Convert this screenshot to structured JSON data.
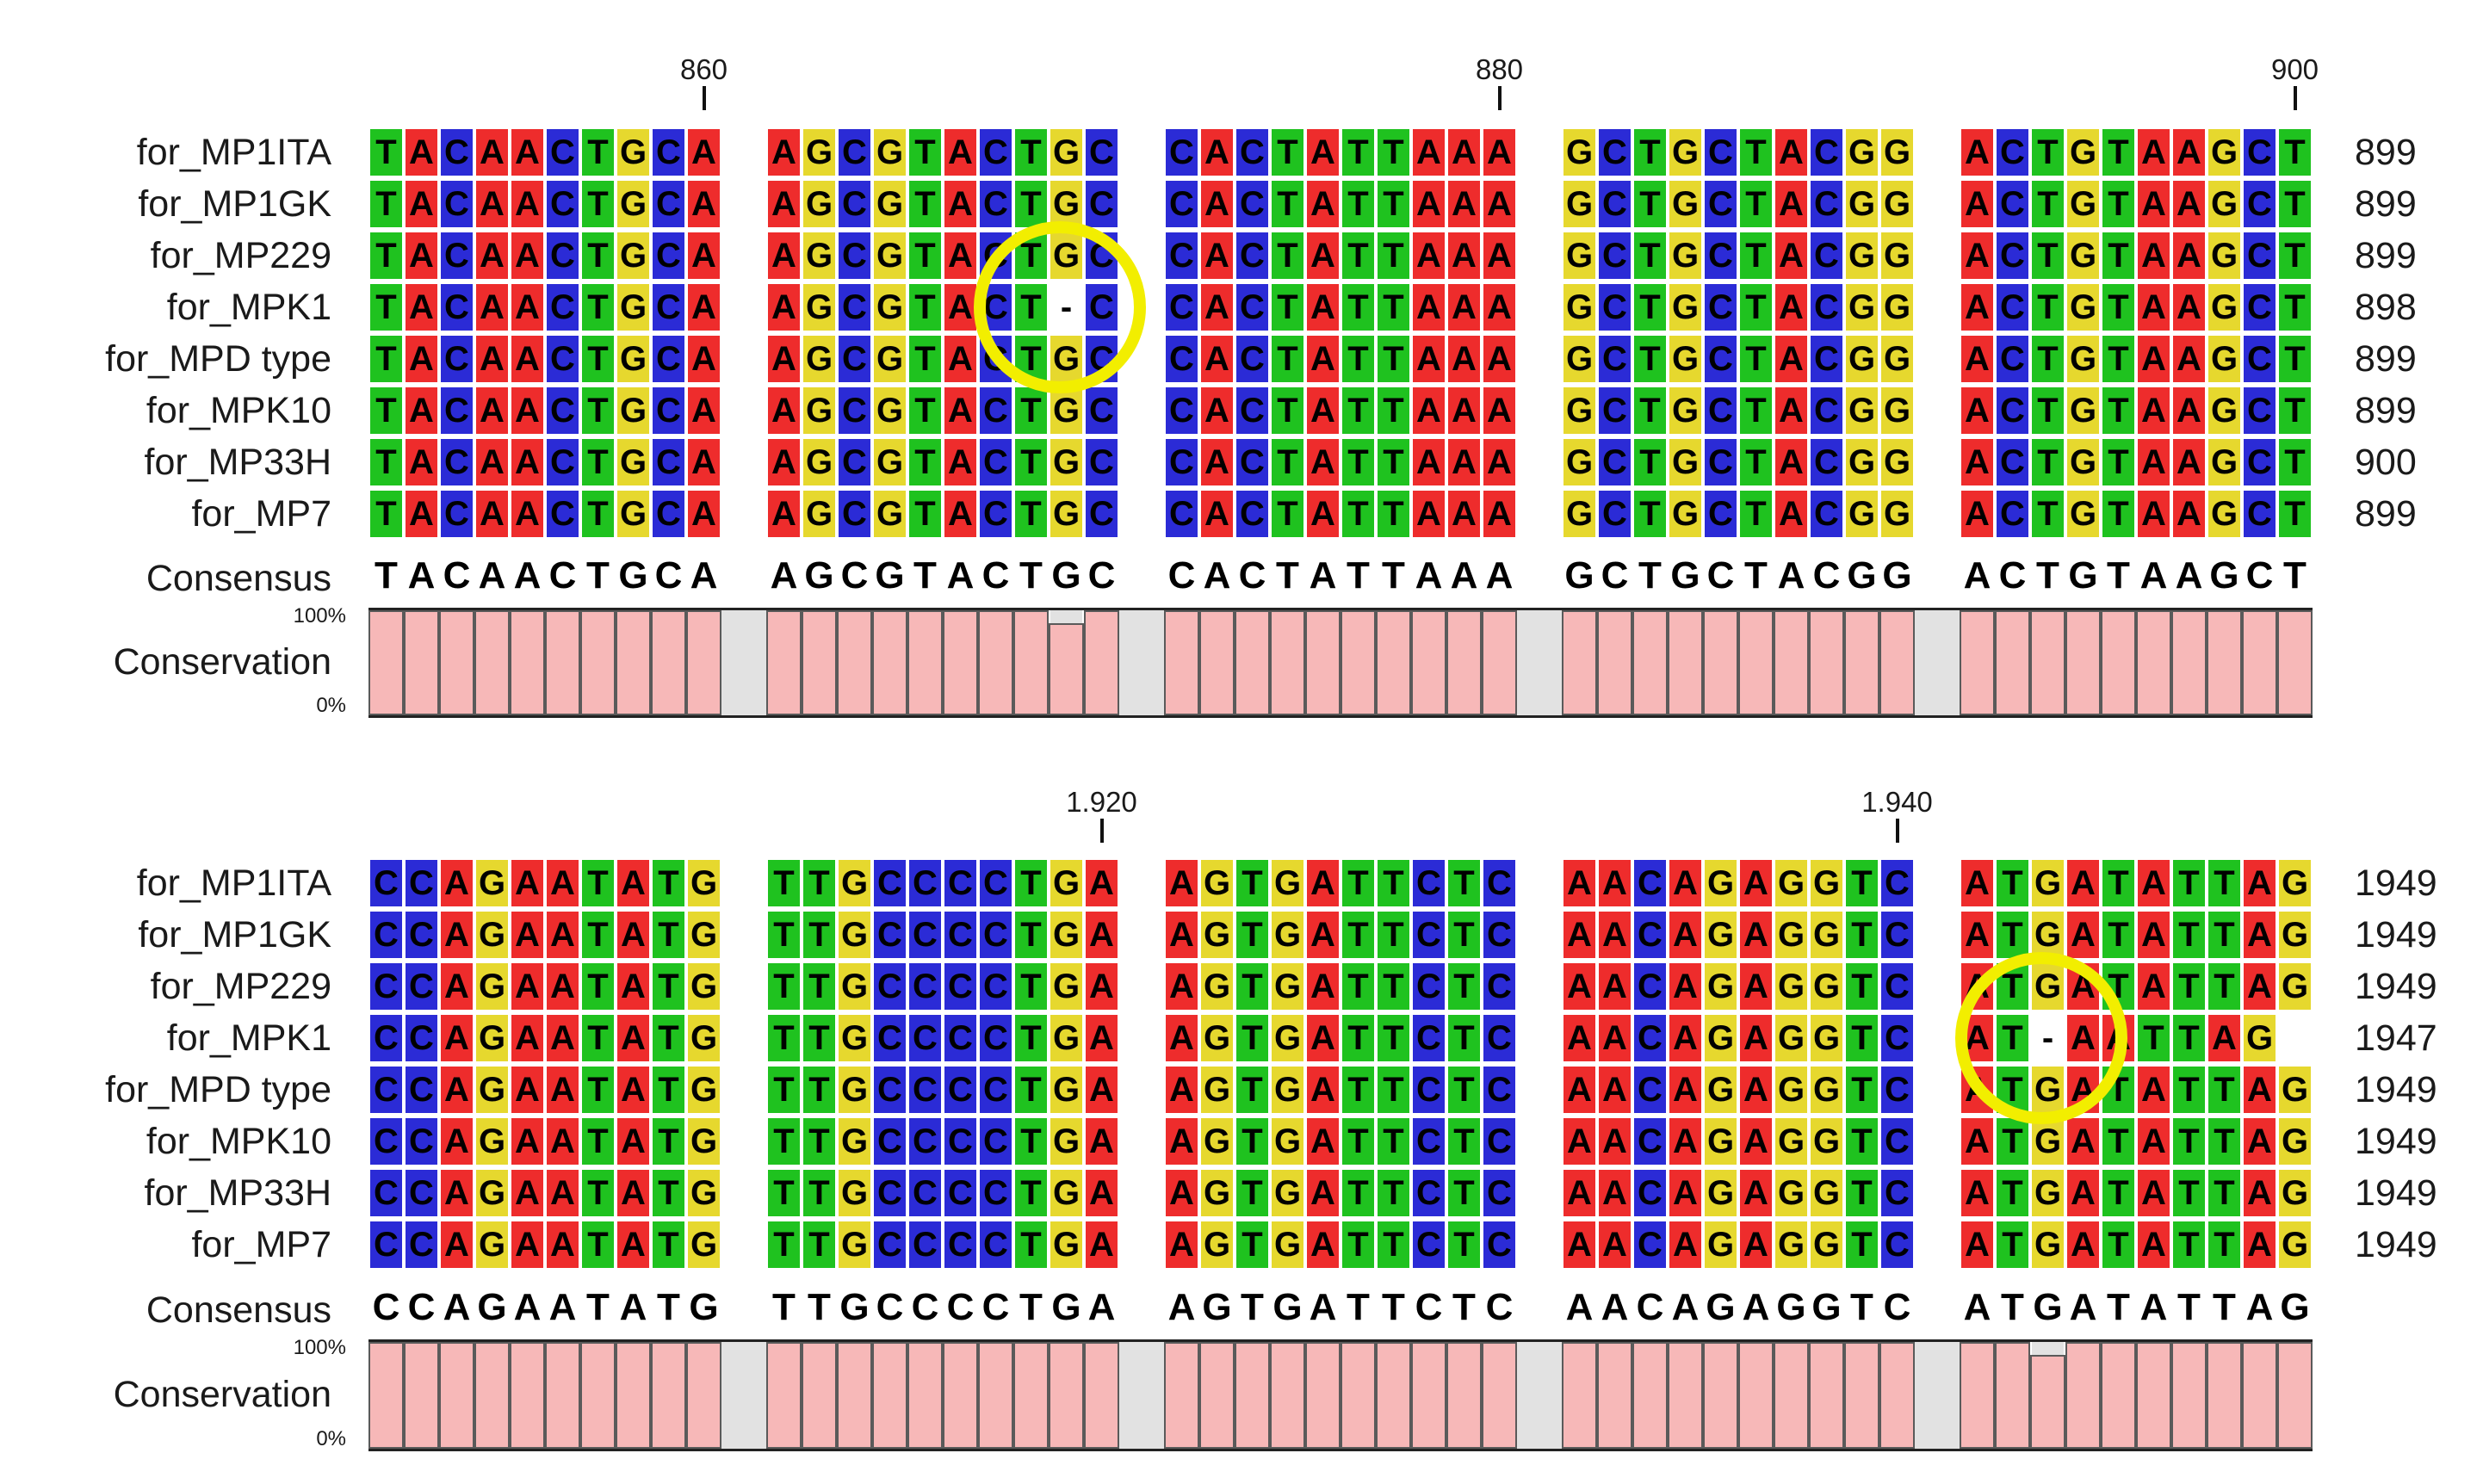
{
  "colors": {
    "A": "#ee2c2c",
    "C": "#2b2bd6",
    "G": "#e6d82e",
    "T": "#1fc21f",
    "gap": "#ffffff",
    "highlight": "#f2ee00",
    "conservation_bar": "#f7b8b8",
    "conservation_gap": "#e2e2e2"
  },
  "conservation_labels": {
    "label": "Conservation",
    "max": "100%",
    "min": "0%"
  },
  "consensus_label": "Consensus",
  "panels": [
    {
      "position_marks": [
        "860",
        "880",
        "900"
      ],
      "sequences": [
        {
          "name": "for_MP1ITA",
          "residues": "TACAACTGCA AGCGTACTGC CACTATTAAA GCTGCTACGG ACTGTAAGCT",
          "end": "899"
        },
        {
          "name": "for_MP1GK",
          "residues": "TACAACTGCA AGCGTACTGC CACTATTAAA GCTGCTACGG ACTGTAAGCT",
          "end": "899"
        },
        {
          "name": "for_MP229",
          "residues": "TACAACTGCA AGCGTACTGC CACTATTAAA GCTGCTACGG ACTGTAAGCT",
          "end": "899"
        },
        {
          "name": "for_MPK1",
          "residues": "TACAACTGCA AGCGTACT-C CACTATTAAA GCTGCTACGG ACTGTAAGCT",
          "end": "898"
        },
        {
          "name": "for_MPD type",
          "residues": "TACAACTGCA AGCGTACTGC CACTATTAAA GCTGCTACGG ACTGTAAGCT",
          "end": "899"
        },
        {
          "name": "for_MPK10",
          "residues": "TACAACTGCA AGCGTACTGC CACTATTAAA GCTGCTACGG ACTGTAAGCT",
          "end": "899"
        },
        {
          "name": "for_MP33H",
          "residues": "TACAACTGCA AGCGTACTGC CACTATTAAA GCTGCTACGG ACTGTAAGCT",
          "end": "900"
        },
        {
          "name": "for_MP7",
          "residues": "TACAACTGCA AGCGTACTGC CACTATTAAA GCTGCTACGG ACTGTAAGCT",
          "end": "899"
        }
      ],
      "consensus": "TACAACTGCA AGCGTACTGC CACTATTAAA GCTGCTACGG ACTGTAAGCT",
      "conservation": [
        100,
        100,
        100,
        100,
        100,
        100,
        100,
        100,
        100,
        100,
        100,
        100,
        100,
        100,
        100,
        100,
        100,
        100,
        88,
        100,
        100,
        100,
        100,
        100,
        100,
        100,
        100,
        100,
        100,
        100,
        100,
        100,
        100,
        100,
        100,
        100,
        100,
        100,
        100,
        100,
        100,
        100,
        100,
        100,
        100,
        100,
        100,
        100,
        100,
        100
      ],
      "highlight_column": 18
    },
    {
      "position_marks": [
        "1.920",
        "1.940"
      ],
      "sequences": [
        {
          "name": "for_MP1ITA",
          "residues": "CCAGAATATG TTGCCCCTGA AGTGATTCTC AACAGAGGTC ATGATATTAG",
          "end": "1949"
        },
        {
          "name": "for_MP1GK",
          "residues": "CCAGAATATG TTGCCCCTGA AGTGATTCTC AACAGAGGTC ATGATATTAG",
          "end": "1949"
        },
        {
          "name": "for_MP229",
          "residues": "CCAGAATATG TTGCCCCTGA AGTGATTCTC AACAGAGGTC ATGATATTAG",
          "end": "1949"
        },
        {
          "name": "for_MPK1",
          "residues": "CCAGAATATG TTGCCCCTGA AGTGATTCTC AACAGAGGTC AT-AATTAG",
          "end": "1947"
        },
        {
          "name": "for_MPD type",
          "residues": "CCAGAATATG TTGCCCCTGA AGTGATTCTC AACAGAGGTC ATGATATTAG",
          "end": "1949"
        },
        {
          "name": "for_MPK10",
          "residues": "CCAGAATATG TTGCCCCTGA AGTGATTCTC AACAGAGGTC ATGATATTAG",
          "end": "1949"
        },
        {
          "name": "for_MP33H",
          "residues": "CCAGAATATG TTGCCCCTGA AGTGATTCTC AACAGAGGTC ATGATATTAG",
          "end": "1949"
        },
        {
          "name": "for_MP7",
          "residues": "CCAGAATATG TTGCCCCTGA AGTGATTCTC AACAGAGGTC ATGATATTAG",
          "end": "1949"
        }
      ],
      "consensus": "CCAGAATATG TTGCCCCTGA AGTGATTCTC AACAGAGGTC ATGATATTAG",
      "conservation": [
        100,
        100,
        100,
        100,
        100,
        100,
        100,
        100,
        100,
        100,
        100,
        100,
        100,
        100,
        100,
        100,
        100,
        100,
        100,
        100,
        100,
        100,
        100,
        100,
        100,
        100,
        100,
        100,
        100,
        100,
        100,
        100,
        100,
        100,
        100,
        100,
        100,
        100,
        100,
        100,
        100,
        100,
        88,
        100,
        100,
        100,
        100,
        100,
        100,
        100
      ],
      "highlight_column": 42
    }
  ]
}
